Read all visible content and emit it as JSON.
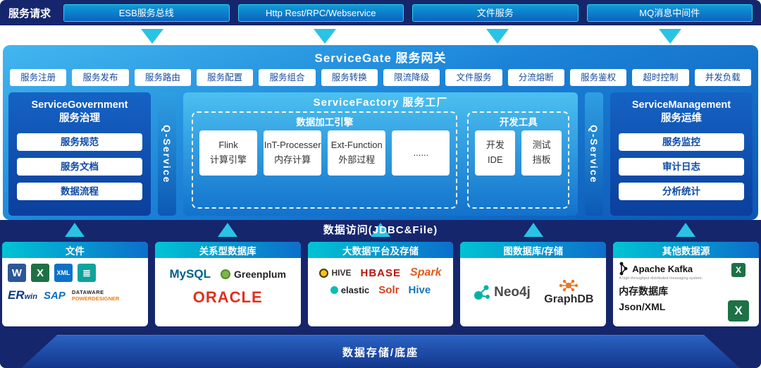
{
  "request_bar": {
    "label": "服务请求",
    "channels": [
      "ESB服务总线",
      "Http Rest/RPC/Webservice",
      "文件服务",
      "MQ消息中间件"
    ]
  },
  "gateway": {
    "title": "ServiceGate  服务网关",
    "capabilities": [
      "服务注册",
      "服务发布",
      "服务路由",
      "服务配置",
      "服务组合",
      "服务转换",
      "限流降级",
      "文件服务",
      "分流熔断",
      "服务鉴权",
      "超时控制",
      "并发负载"
    ]
  },
  "governance": {
    "title_en": "ServiceGovernment",
    "title_zh": "服务治理",
    "items": [
      "服务规范",
      "服务文档",
      "数据流程"
    ]
  },
  "q_service_left": "Q-Service",
  "q_service_right": "Q-Service",
  "factory": {
    "title": "ServiceFactory  服务工厂",
    "engine": {
      "title": "数据加工引擎",
      "items": [
        {
          "line1": "Flink",
          "line2": "计算引擎"
        },
        {
          "line1": "InT-Processer",
          "line2": "内存计算"
        },
        {
          "line1": "Ext-Function",
          "line2": "外部过程"
        },
        {
          "line1": "......",
          "line2": ""
        }
      ]
    },
    "devtools": {
      "title": "开发工具",
      "items": [
        {
          "line1": "开发",
          "line2": "IDE"
        },
        {
          "line1": "测试",
          "line2": "挡板"
        }
      ]
    }
  },
  "management": {
    "title_en": "ServiceManagement",
    "title_zh": "服务运维",
    "items": [
      "服务监控",
      "审计日志",
      "分析统计"
    ]
  },
  "data_access_label": "数据访问(JDBC&File)",
  "groups": {
    "files": {
      "title": "文件",
      "word": "W",
      "excel": "X",
      "xml": "XML",
      "doc": "≣",
      "erwin_er": "ER",
      "erwin_win": "win",
      "sap": "SAP",
      "dataware": "DATAWARE",
      "powerdesigner": "POWERDESIGNER"
    },
    "rdb": {
      "title": "关系型数据库",
      "mysql": "MySQL",
      "greenplum": "Greenplum",
      "oracle": "ORACLE"
    },
    "bigdata": {
      "title": "大数据平台及存储",
      "hive_apache": "HIVE",
      "hbase": "HBASE",
      "spark": "Spark",
      "elastic": "elastic",
      "solr": "Solr",
      "hive": "Hive"
    },
    "graph": {
      "title": "图数据库/存储",
      "neo4j": "Neo4j",
      "graphdb": "GraphDB"
    },
    "other": {
      "title": "其他数据源",
      "kafka": "Apache Kafka",
      "kafka_tagline": "A high-throughput distributed messaging system.",
      "memdb": "内存数据库",
      "json": "Json/XML",
      "excel": "X"
    }
  },
  "base_label": "数据存储/底座"
}
